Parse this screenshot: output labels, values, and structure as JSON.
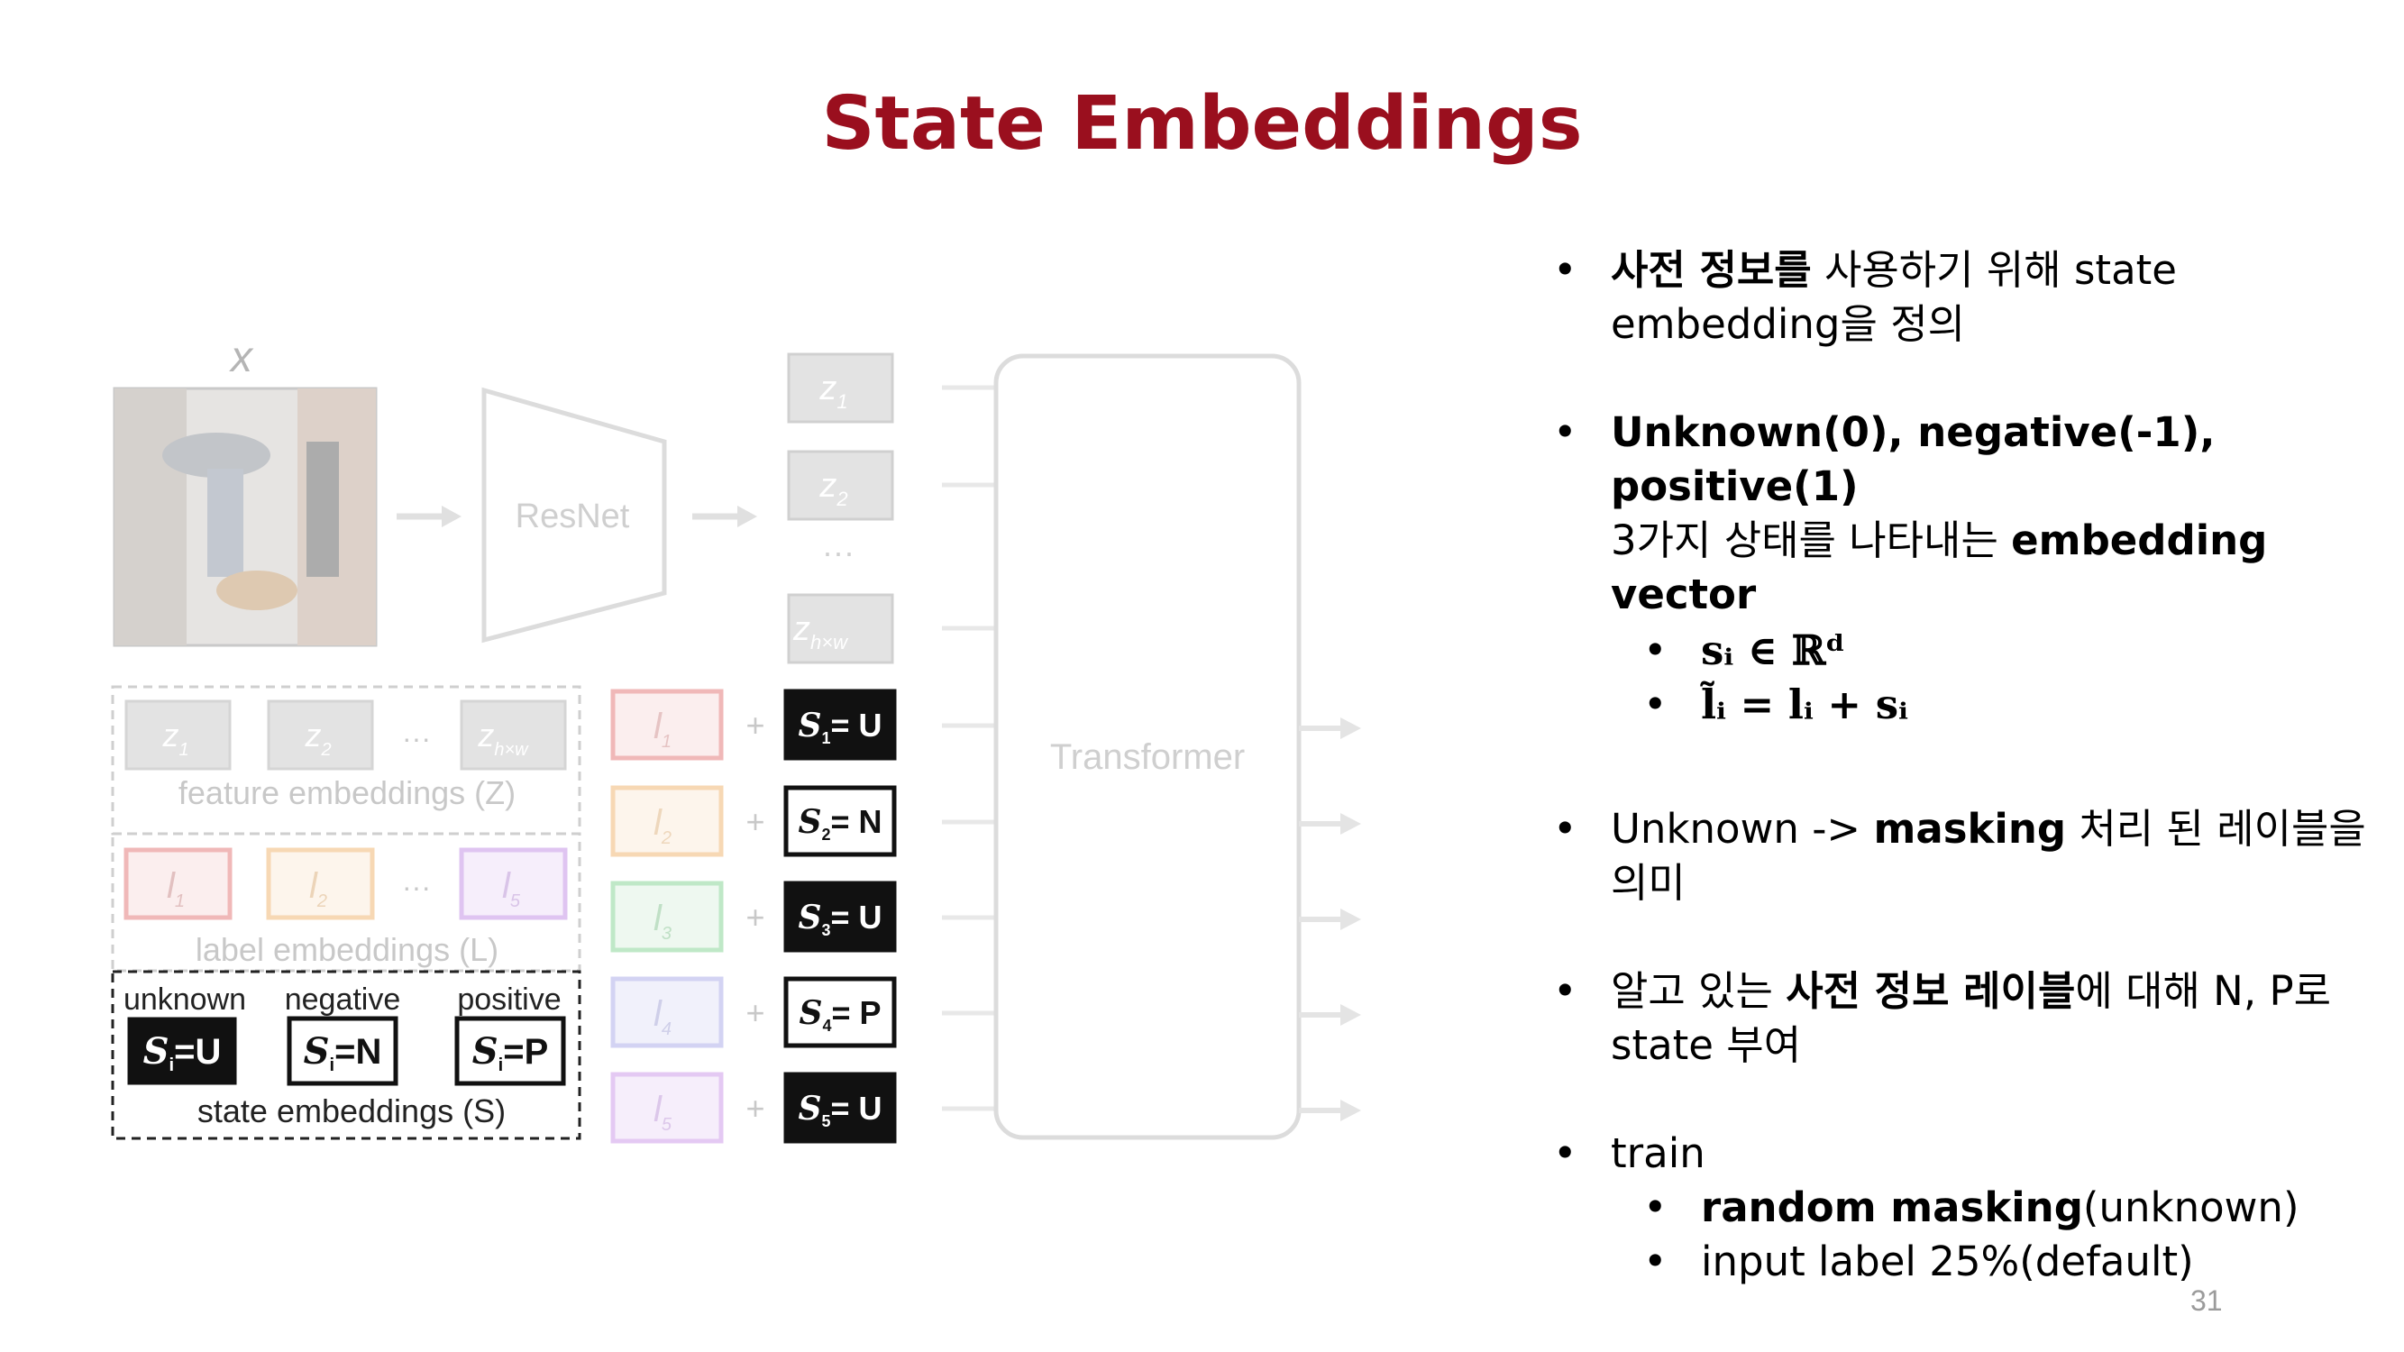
{
  "title": "State Embeddings",
  "page_number": "31",
  "diagram": {
    "input_label": "x",
    "resnet_label": "ResNet",
    "transformer_label": "Transformer",
    "z_tokens": [
      "z1",
      "z2",
      "zh×w"
    ],
    "z_subscripts": [
      "1",
      "2",
      "h×w"
    ],
    "ellipsis": "···",
    "feature_tokens": [
      "z",
      "z",
      "z"
    ],
    "feature_caption": "feature embeddings (Z)",
    "label_tokens": [
      "l",
      "l",
      "l"
    ],
    "label_subscripts": [
      "1",
      "2",
      "5"
    ],
    "label_caption": "label embeddings (L)",
    "state_kinds": [
      "unknown",
      "negative",
      "positive"
    ],
    "state_values": [
      "U",
      "N",
      "P"
    ],
    "state_caption": "state embeddings (S)",
    "rows": [
      {
        "label_sub": "1",
        "state_sub": "1",
        "state_value": "U",
        "dark": true
      },
      {
        "label_sub": "2",
        "state_sub": "2",
        "state_value": "N",
        "dark": false
      },
      {
        "label_sub": "3",
        "state_sub": "3",
        "state_value": "U",
        "dark": true
      },
      {
        "label_sub": "4",
        "state_sub": "4",
        "state_value": "P",
        "dark": false
      },
      {
        "label_sub": "5",
        "state_sub": "5",
        "state_value": "U",
        "dark": true
      }
    ],
    "label_colors": [
      "#e68a8a",
      "#f3c896",
      "#9fdcaa",
      "#b8b8ee",
      "#d8b4ee"
    ],
    "plus": "+",
    "equals": "= "
  },
  "bullets": {
    "b1": {
      "bold": "사전 정보를",
      "rest": " 사용하기 위해 state embedding을 정의"
    },
    "b2": {
      "bold1": "Unknown(0), negative(-1), positive(1)",
      "text": "3가지 상태를 나타내는 ",
      "bold2": "embedding vector",
      "sub1": "sᵢ ∈ ℝᵈ",
      "sub2": "l̃ᵢ = lᵢ + sᵢ"
    },
    "b3": {
      "pre": "Unknown -> ",
      "bold": "masking",
      "rest": " 처리 된 레이블을 의미"
    },
    "b4": {
      "pre": "알고 있는 ",
      "bold": "사전 정보 레이블",
      "rest": "에 대해 N, P로 state 부여"
    },
    "b5": {
      "text": "train",
      "sub1_bold": "random masking",
      "sub1_rest": "(unknown)",
      "sub2": "input label 25%(default)"
    }
  }
}
